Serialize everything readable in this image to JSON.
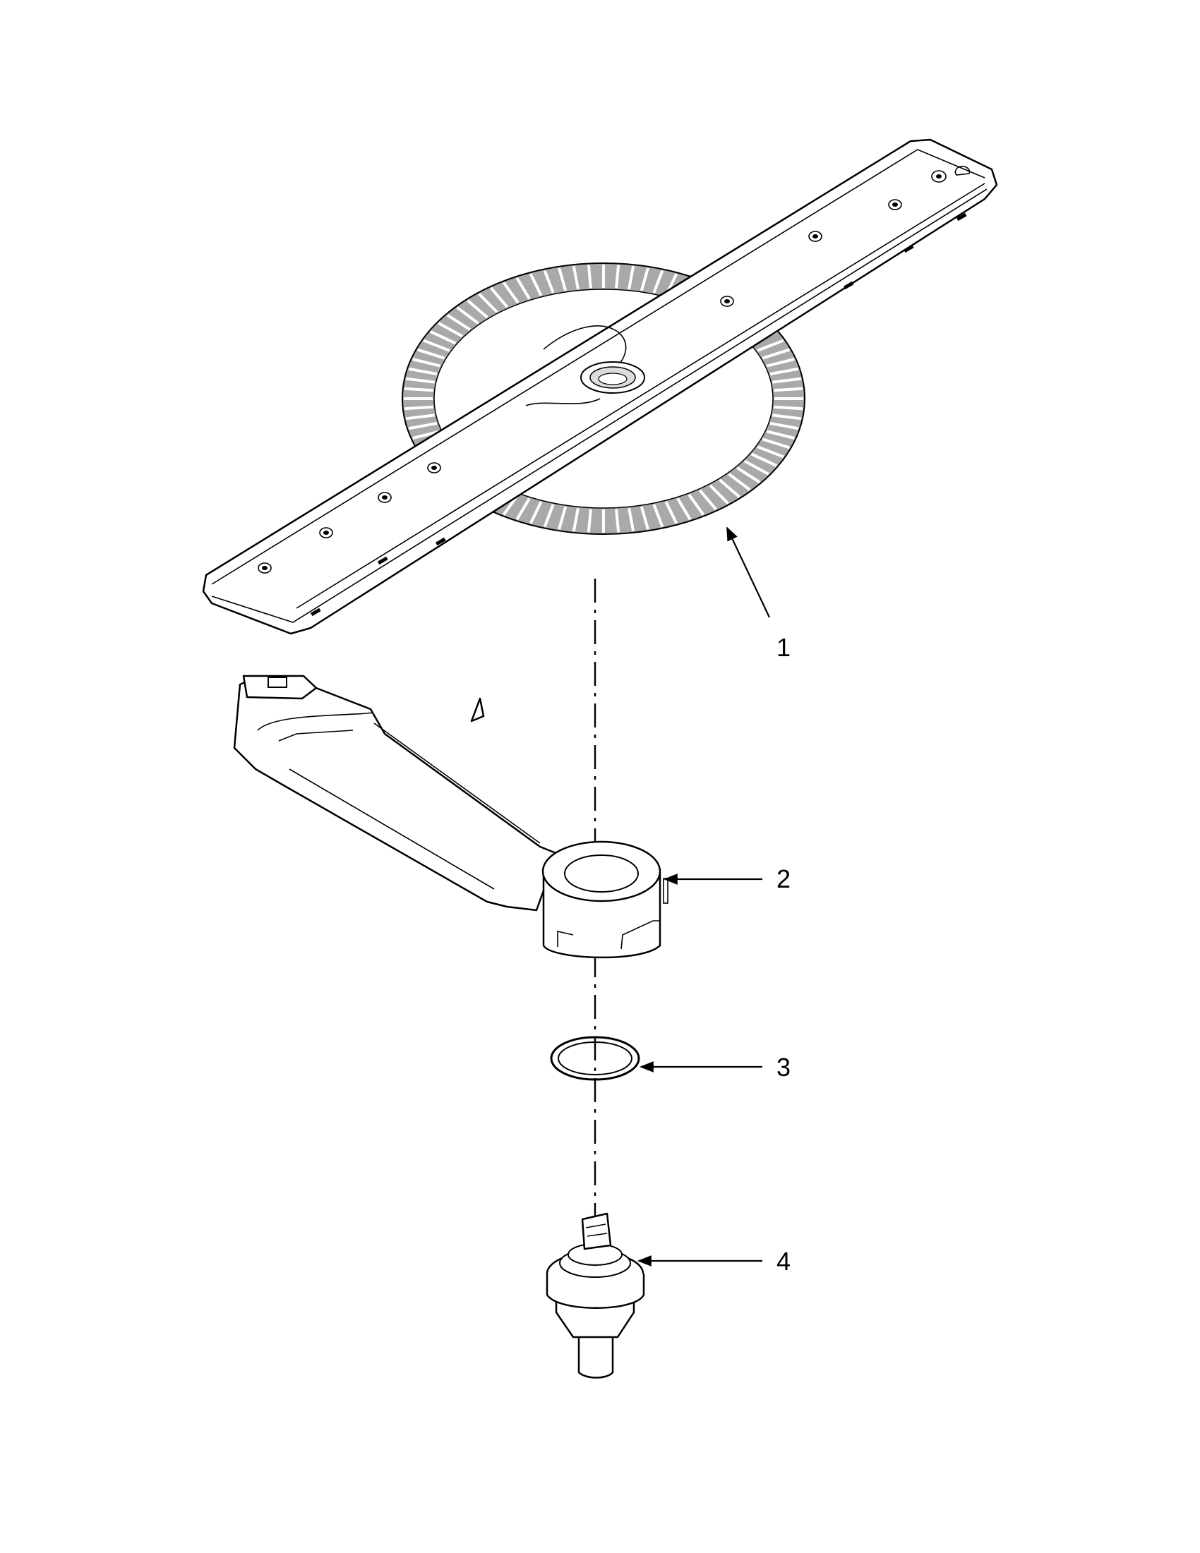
{
  "callouts": [
    {
      "id": "1",
      "label": "1",
      "part": "spray-arm"
    },
    {
      "id": "2",
      "label": "2",
      "part": "manifold"
    },
    {
      "id": "3",
      "label": "3",
      "part": "seal-ring"
    },
    {
      "id": "4",
      "label": "4",
      "part": "hub-bearing"
    }
  ],
  "colors": {
    "line": "#000000",
    "shade": "#a9a9a9",
    "background": "#ffffff"
  }
}
